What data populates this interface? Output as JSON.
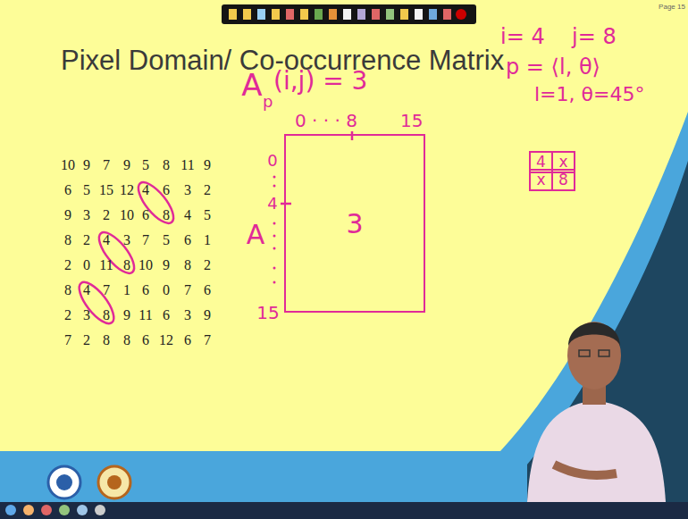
{
  "diagram": {
    "title": "Pixel Domain/ Co-occurrence Matrix",
    "nodes": [
      {
        "text": [
          "3"
        ]
      },
      {
        "text": [
          "4"
        ]
      },
      {
        "text": [
          "x"
        ]
      },
      {
        "text": [
          "x"
        ]
      },
      {
        "text": [
          "8"
        ]
      }
    ],
    "labels": [
      "Page 15",
      "10",
      "9",
      "7",
      "9",
      "5",
      "8",
      "11",
      "9",
      "6",
      "5",
      "15",
      "12",
      "4",
      "6",
      "3",
      "2",
      "9",
      "3",
      "2",
      "10",
      "6",
      "8",
      "4",
      "5",
      "8",
      "2",
      "4",
      "3",
      "7",
      "5",
      "6",
      "1",
      "2",
      "0",
      "11",
      "8",
      "10",
      "9",
      "8",
      "2",
      "8",
      "4",
      "7",
      "1",
      "6",
      "0",
      "7",
      "6",
      "2",
      "3",
      "8",
      "9",
      "11",
      "6",
      "3",
      "9",
      "7",
      "2",
      "8",
      "8",
      "6",
      "12",
      "6",
      "7",
      "A",
      "p",
      "(i,j) = 3",
      "i= 4",
      "j= 8",
      "p = ⟨l, θ⟩",
      "l=1, θ=45°",
      "0 · · · 8",
      "15",
      "0",
      "4",
      "15",
      "A"
    ]
  }
}
